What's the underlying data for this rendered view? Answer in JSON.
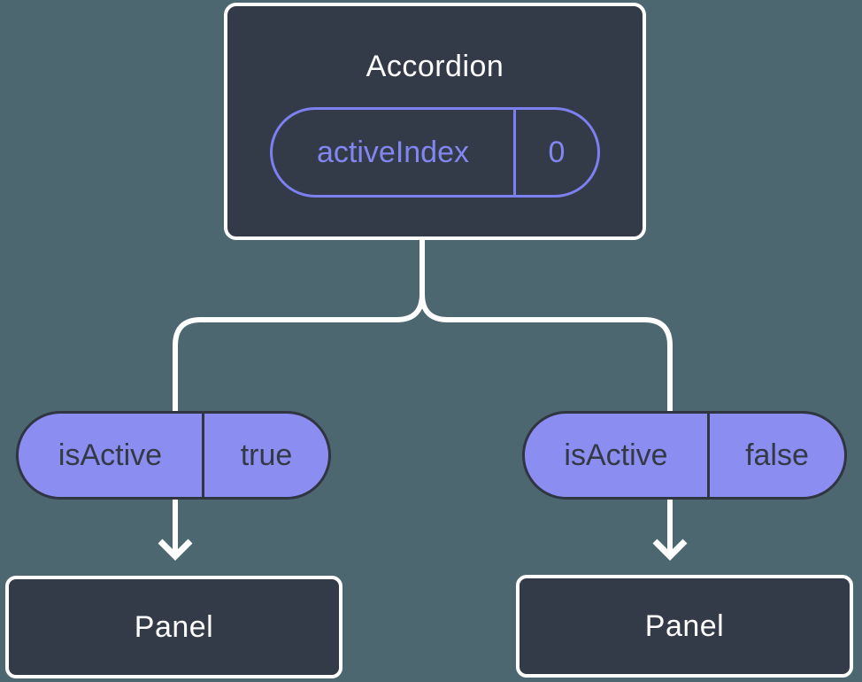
{
  "colors": {
    "background": "#4c6770",
    "node_fill": "#343b48",
    "node_border": "#ffffff",
    "connector": "#ffffff",
    "state_accent": "#7d80f0",
    "state_text": "#8286f0",
    "prop_fill": "#8b8df0",
    "prop_border": "#2f3541",
    "prop_text": "#333a44",
    "title_text": "#ffffff"
  },
  "tree": {
    "root": {
      "title": "Accordion",
      "state_pill": {
        "name": "activeIndex",
        "value": "0"
      }
    },
    "children": [
      {
        "prop_pill": {
          "name": "isActive",
          "value": "true"
        },
        "node": {
          "title": "Panel"
        }
      },
      {
        "prop_pill": {
          "name": "isActive",
          "value": "false"
        },
        "node": {
          "title": "Panel"
        }
      }
    ]
  }
}
